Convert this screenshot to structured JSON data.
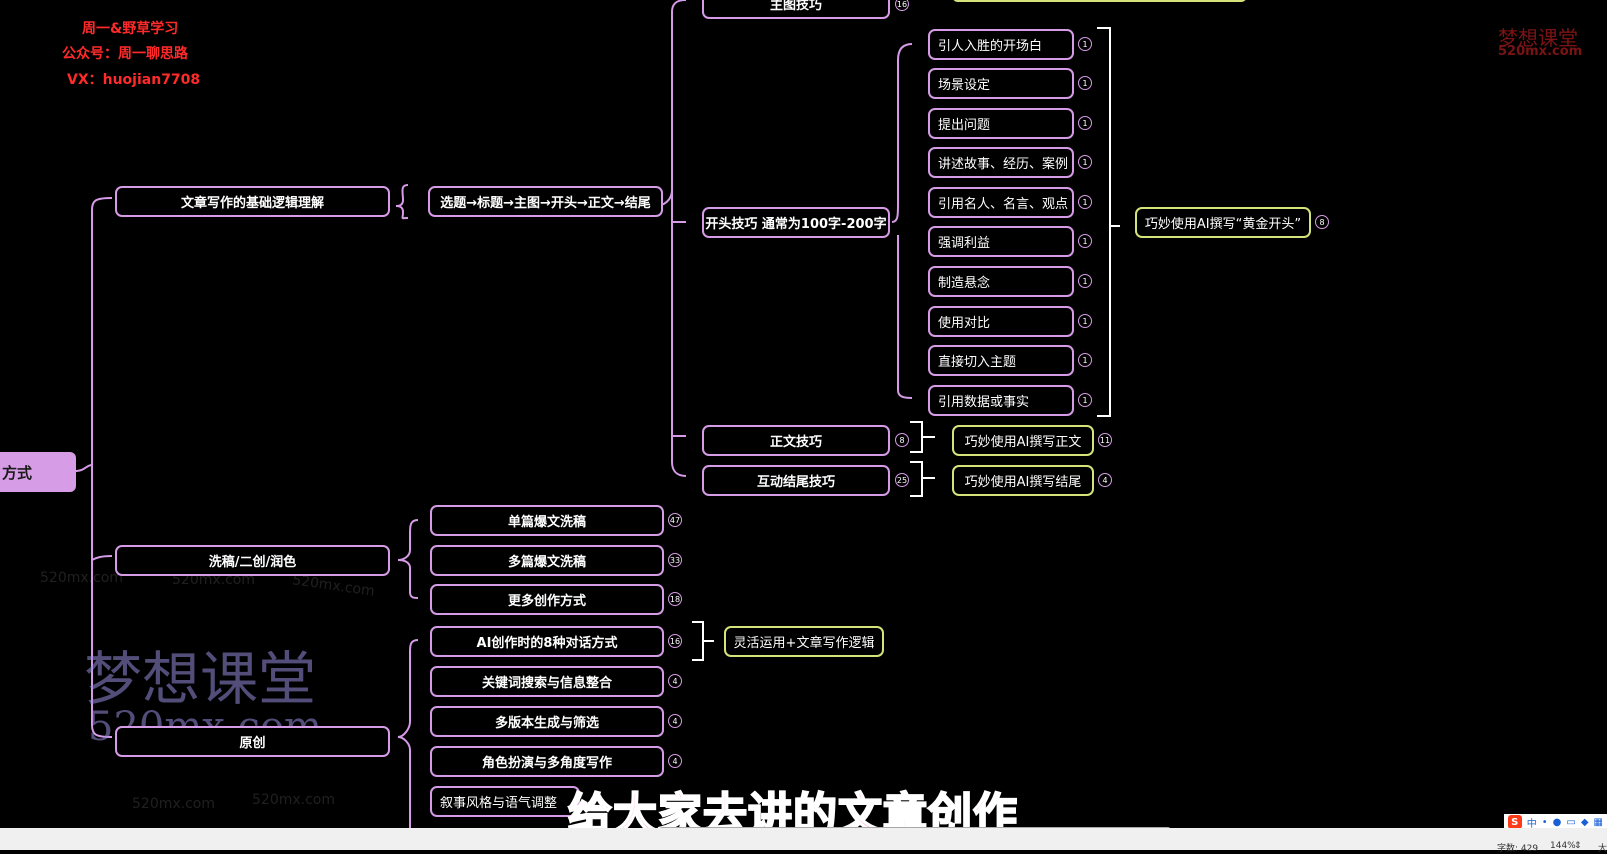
{
  "credits": [
    "周一&野草学习",
    "公众号：周一聊思路",
    "VX：huojian7708"
  ],
  "watermark": {
    "top_cn": "梦想课堂",
    "top_url": "520mx.com",
    "big_cn": "梦想课堂",
    "big_url": "520mx.com",
    "small": "520mx.com"
  },
  "mindmap": {
    "root": "方式",
    "n_basic": "文章写作的基础逻辑理解",
    "n_flow": "选题→标题→主图→开头→正文→结尾",
    "n_main_img": "主图技巧",
    "n_main_img_count": "16",
    "n_opening": "开头技巧 通常为100字-200字",
    "opening_items": [
      {
        "label": "引人入胜的开场白",
        "count": "1"
      },
      {
        "label": "场景设定",
        "count": "1"
      },
      {
        "label": "提出问题",
        "count": "1"
      },
      {
        "label": "讲述故事、经历、案例",
        "count": "1"
      },
      {
        "label": "引用名人、名言、观点",
        "count": "1"
      },
      {
        "label": "强调利益",
        "count": "1"
      },
      {
        "label": "制造悬念",
        "count": "1"
      },
      {
        "label": "使用对比",
        "count": "1"
      },
      {
        "label": "直接切入主题",
        "count": "1"
      },
      {
        "label": "引用数据或事实",
        "count": "1"
      }
    ],
    "n_opening_ai": "巧妙使用AI撰写“黄金开头”",
    "n_opening_ai_count": "8",
    "n_body": "正文技巧",
    "n_body_count": "8",
    "n_body_ai": "巧妙使用AI撰写正文",
    "n_body_ai_count": "11",
    "n_ending": "互动结尾技巧",
    "n_ending_count": "25",
    "n_ending_ai": "巧妙使用AI撰写结尾",
    "n_ending_ai_count": "4",
    "n_rewrite": "洗稿/二创/润色",
    "rewrite_items": [
      {
        "label": "单篇爆文洗稿",
        "count": "47"
      },
      {
        "label": "多篇爆文洗稿",
        "count": "33"
      },
      {
        "label": "更多创作方式",
        "count": "18"
      }
    ],
    "n_original": "原创",
    "original_items": [
      {
        "label": "AI创作时的8种对话方式",
        "count": "16"
      },
      {
        "label": "关键词搜索与信息整合",
        "count": "4"
      },
      {
        "label": "多版本生成与筛选",
        "count": "4"
      },
      {
        "label": "角色扮演与多角度写作",
        "count": "4"
      },
      {
        "label": "叙事风格与语气调整",
        "count": ""
      }
    ],
    "n_dialog_ai": "灵活运用+文章写作逻辑"
  },
  "subtitle": "给大家去讲的文章创作",
  "statusbar": {
    "word_count": "字数: 429",
    "zoom": "144%",
    "right_text": "大"
  },
  "tray": {
    "ime_logo": "S",
    "ime_lang": "中"
  }
}
